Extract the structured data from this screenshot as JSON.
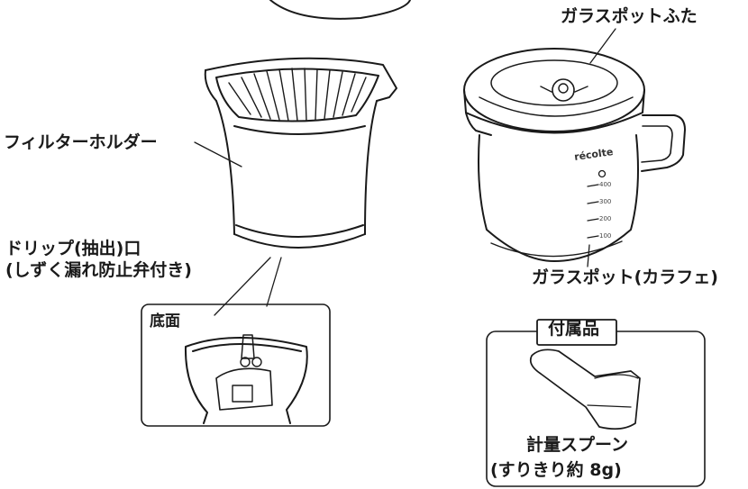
{
  "labels": {
    "lid": "ガラスポットふた",
    "filter_holder": "フィルターホルダー",
    "drip_port_line1": "ドリップ(抽出)口",
    "drip_port_line2": "(しずく漏れ防止弁付き)",
    "bottom": "底面",
    "pot": "ガラスポット(カラフェ)",
    "accessories": "付属品",
    "spoon_line1": "計量スプーン",
    "spoon_line2": "(すりきり約 8g)"
  },
  "brand": "récolte",
  "pot_scale": [
    "400",
    "300",
    "200",
    "100"
  ]
}
